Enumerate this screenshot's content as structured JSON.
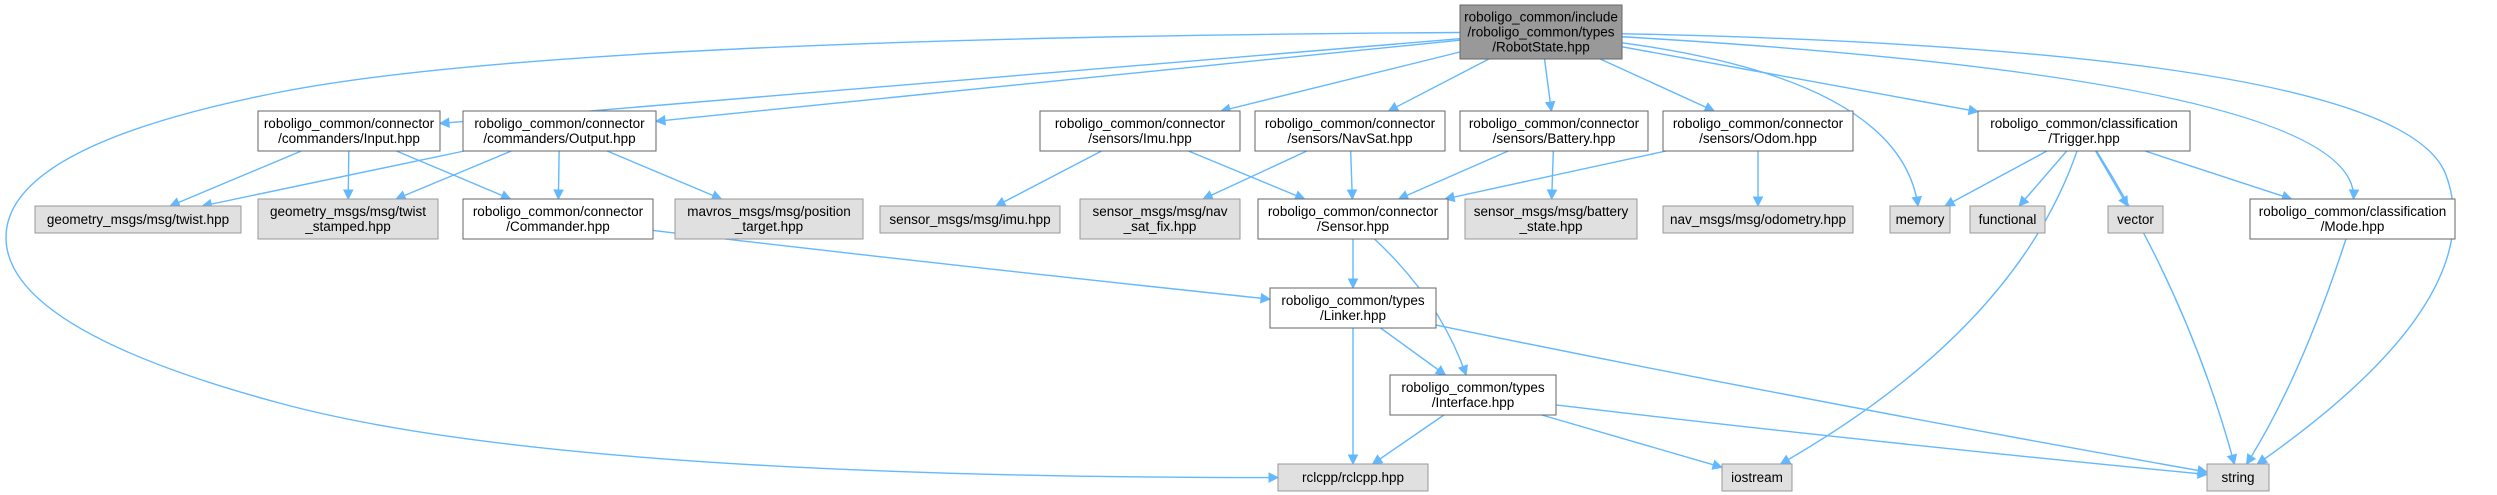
{
  "colors": {
    "edge": "#63b8ff",
    "root_fill": "#999999",
    "external_fill": "#e0e0e0",
    "node_border": "#666666"
  },
  "nodes": [
    {
      "id": "root",
      "kind": "root",
      "lines": [
        "roboligo_common/include",
        "/roboligo_common/types",
        "/RobotState.hpp"
      ]
    },
    {
      "id": "input",
      "kind": "normal",
      "lines": [
        "roboligo_common/connector",
        "/commanders/Input.hpp"
      ]
    },
    {
      "id": "output",
      "kind": "normal",
      "lines": [
        "roboligo_common/connector",
        "/commanders/Output.hpp"
      ]
    },
    {
      "id": "imu",
      "kind": "normal",
      "lines": [
        "roboligo_common/connector",
        "/sensors/Imu.hpp"
      ]
    },
    {
      "id": "navsat",
      "kind": "normal",
      "lines": [
        "roboligo_common/connector",
        "/sensors/NavSat.hpp"
      ]
    },
    {
      "id": "battery",
      "kind": "normal",
      "lines": [
        "roboligo_common/connector",
        "/sensors/Battery.hpp"
      ]
    },
    {
      "id": "odom",
      "kind": "normal",
      "lines": [
        "roboligo_common/connector",
        "/sensors/Odom.hpp"
      ]
    },
    {
      "id": "trigger",
      "kind": "normal",
      "lines": [
        "roboligo_common/classification",
        "/Trigger.hpp"
      ]
    },
    {
      "id": "twist",
      "kind": "ext",
      "lines": [
        "geometry_msgs/msg/twist.hpp"
      ]
    },
    {
      "id": "twiststamped",
      "kind": "ext",
      "lines": [
        "geometry_msgs/msg/twist",
        "_stamped.hpp"
      ]
    },
    {
      "id": "commander",
      "kind": "normal",
      "lines": [
        "roboligo_common/connector",
        "/Commander.hpp"
      ]
    },
    {
      "id": "mavros",
      "kind": "ext",
      "lines": [
        "mavros_msgs/msg/position",
        "_target.hpp"
      ]
    },
    {
      "id": "imumsg",
      "kind": "ext",
      "lines": [
        "sensor_msgs/msg/imu.hpp"
      ]
    },
    {
      "id": "navsatmsg",
      "kind": "ext",
      "lines": [
        "sensor_msgs/msg/nav",
        "_sat_fix.hpp"
      ]
    },
    {
      "id": "sensor",
      "kind": "normal",
      "lines": [
        "roboligo_common/connector",
        "/Sensor.hpp"
      ]
    },
    {
      "id": "batterymsg",
      "kind": "ext",
      "lines": [
        "sensor_msgs/msg/battery",
        "_state.hpp"
      ]
    },
    {
      "id": "odommsg",
      "kind": "ext",
      "lines": [
        "nav_msgs/msg/odometry.hpp"
      ]
    },
    {
      "id": "memory",
      "kind": "ext",
      "lines": [
        "memory"
      ]
    },
    {
      "id": "functional",
      "kind": "ext",
      "lines": [
        "functional"
      ]
    },
    {
      "id": "vector",
      "kind": "ext",
      "lines": [
        "vector"
      ]
    },
    {
      "id": "mode",
      "kind": "normal",
      "lines": [
        "roboligo_common/classification",
        "/Mode.hpp"
      ]
    },
    {
      "id": "linker",
      "kind": "normal",
      "lines": [
        "roboligo_common/types",
        "/Linker.hpp"
      ]
    },
    {
      "id": "interface",
      "kind": "normal",
      "lines": [
        "roboligo_common/types",
        "/Interface.hpp"
      ]
    },
    {
      "id": "rclcpp",
      "kind": "ext",
      "lines": [
        "rclcpp/rclcpp.hpp"
      ]
    },
    {
      "id": "iostream",
      "kind": "ext",
      "lines": [
        "iostream"
      ]
    },
    {
      "id": "string",
      "kind": "ext",
      "lines": [
        "string"
      ]
    }
  ],
  "edges": [
    [
      "root",
      "input"
    ],
    [
      "root",
      "output"
    ],
    [
      "root",
      "imu"
    ],
    [
      "root",
      "navsat"
    ],
    [
      "root",
      "battery"
    ],
    [
      "root",
      "odom"
    ],
    [
      "root",
      "trigger"
    ],
    [
      "root",
      "memory"
    ],
    [
      "root",
      "mode"
    ],
    [
      "root",
      "rclcpp"
    ],
    [
      "root",
      "string"
    ],
    [
      "input",
      "twist"
    ],
    [
      "input",
      "twiststamped"
    ],
    [
      "input",
      "commander"
    ],
    [
      "output",
      "twist"
    ],
    [
      "output",
      "twiststamped"
    ],
    [
      "output",
      "commander"
    ],
    [
      "output",
      "mavros"
    ],
    [
      "imu",
      "imumsg"
    ],
    [
      "imu",
      "sensor"
    ],
    [
      "navsat",
      "navsatmsg"
    ],
    [
      "navsat",
      "sensor"
    ],
    [
      "battery",
      "sensor"
    ],
    [
      "battery",
      "batterymsg"
    ],
    [
      "odom",
      "sensor"
    ],
    [
      "odom",
      "odommsg"
    ],
    [
      "trigger",
      "memory"
    ],
    [
      "trigger",
      "functional"
    ],
    [
      "trigger",
      "vector"
    ],
    [
      "trigger",
      "mode"
    ],
    [
      "trigger",
      "iostream"
    ],
    [
      "trigger",
      "string"
    ],
    [
      "commander",
      "linker"
    ],
    [
      "sensor",
      "linker"
    ],
    [
      "sensor",
      "interface"
    ],
    [
      "linker",
      "interface"
    ],
    [
      "linker",
      "rclcpp"
    ],
    [
      "linker",
      "string"
    ],
    [
      "interface",
      "rclcpp"
    ],
    [
      "interface",
      "iostream"
    ],
    [
      "interface",
      "string"
    ],
    [
      "mode",
      "string"
    ]
  ]
}
